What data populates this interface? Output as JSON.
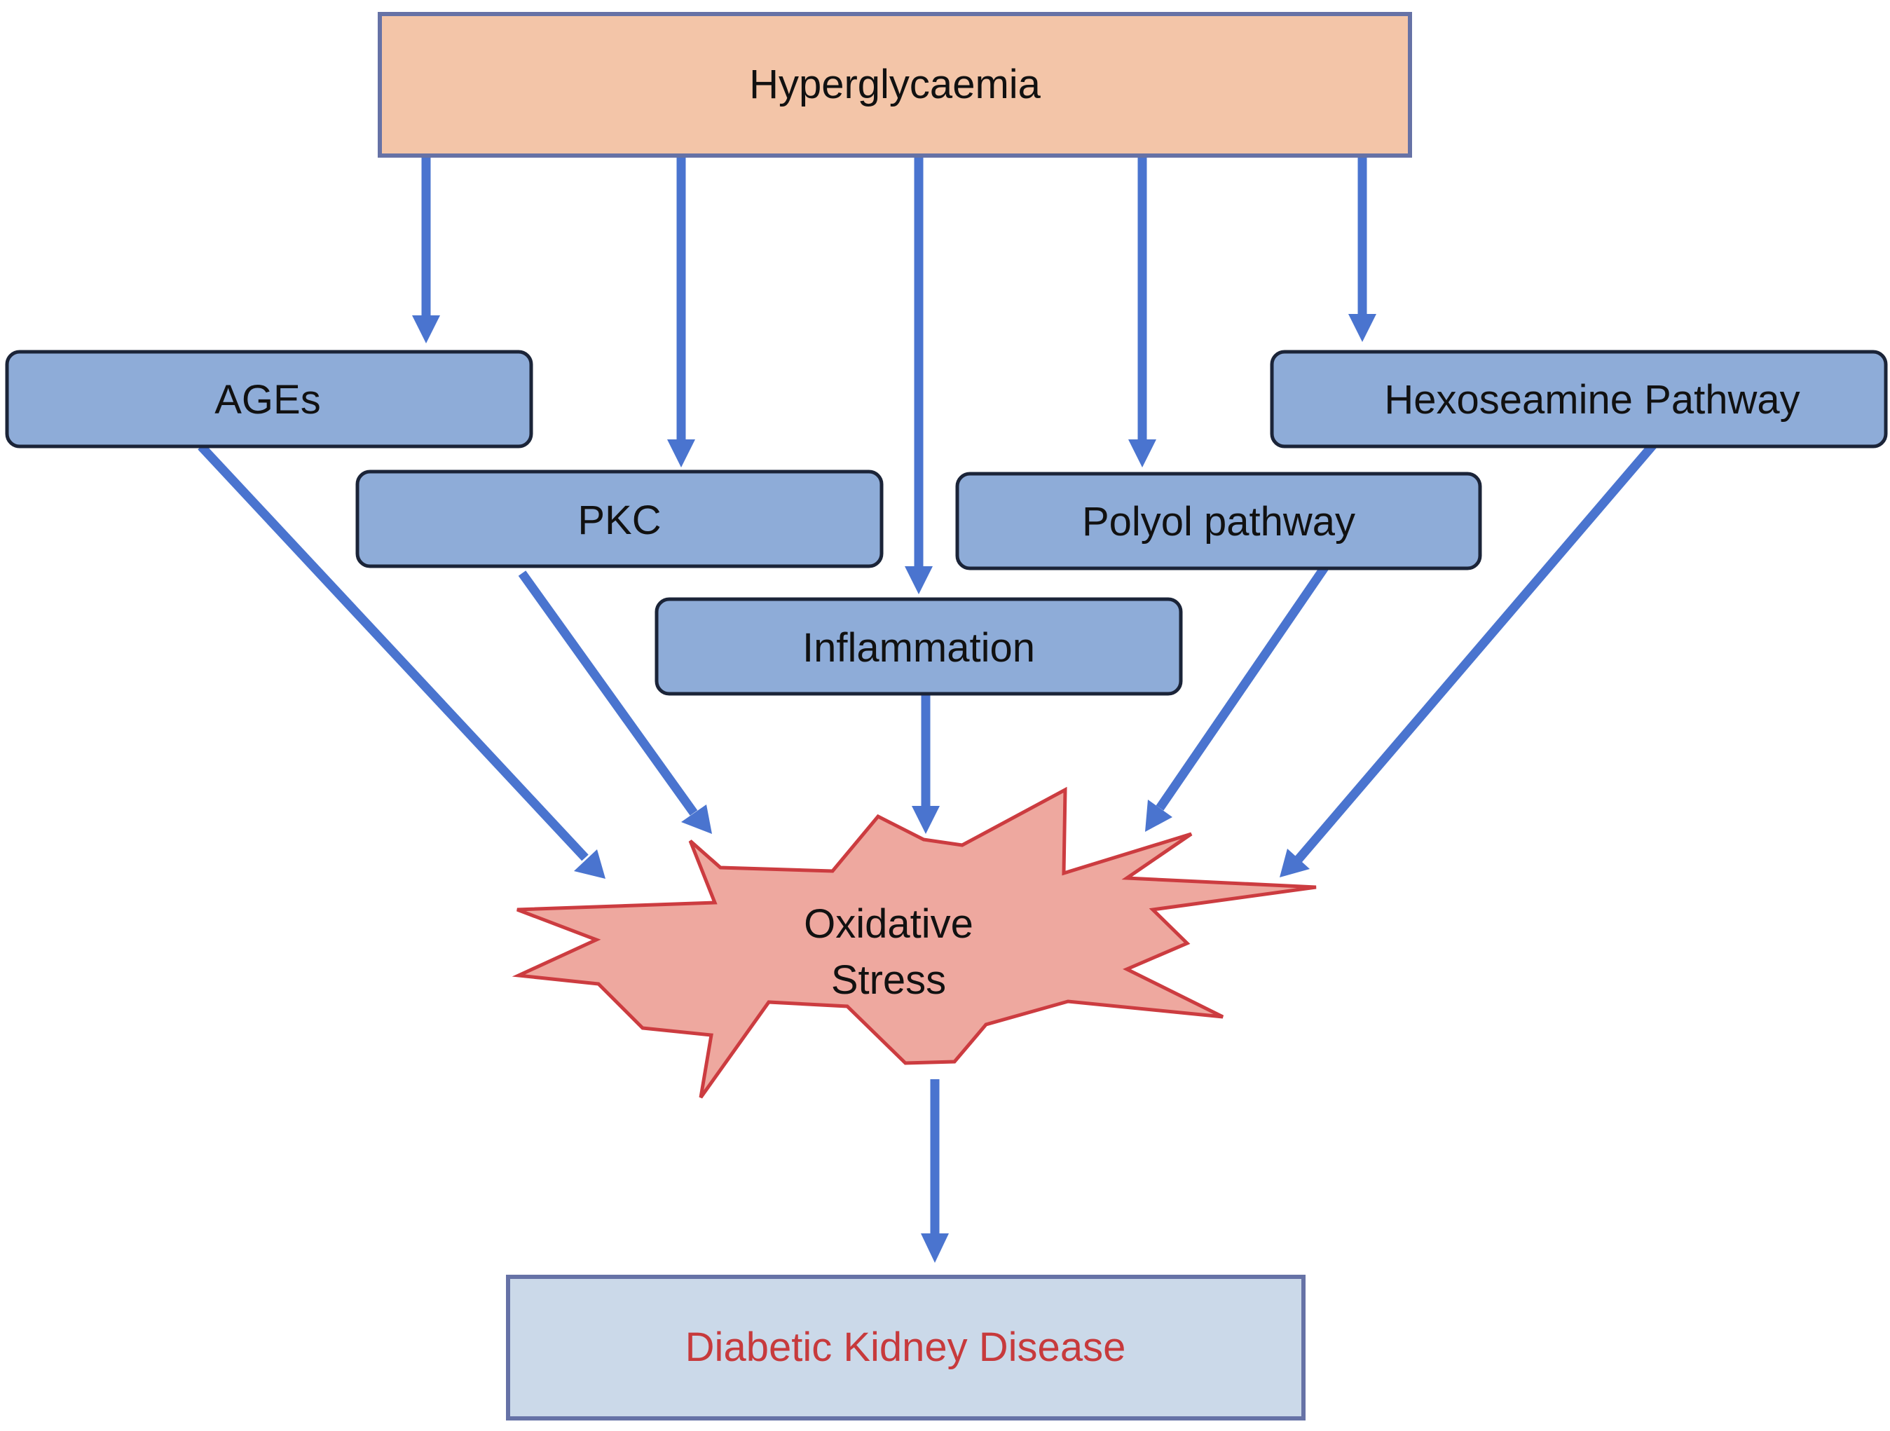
{
  "nodes": {
    "top": {
      "label": "Hyperglycaemia"
    },
    "ages": {
      "label": "AGEs"
    },
    "pkc": {
      "label": "PKC"
    },
    "inflammation": {
      "label": "Inflammation"
    },
    "polyol": {
      "label": "Polyol pathway"
    },
    "hexosamine": {
      "label": "Hexoseamine Pathway"
    },
    "stress": {
      "line1": "Oxidative",
      "line2": "Stress"
    },
    "outcome": {
      "label": "Diabetic Kidney Disease"
    }
  },
  "colors": {
    "top_fill": "#f3c5a8",
    "top_stroke": "#6672a6",
    "pathway_fill": "#8eacd8",
    "pathway_stroke": "#1b2438",
    "arrow": "#4a74cf",
    "stress_fill": "#eea89f",
    "stress_stroke": "#cc3c40",
    "outcome_fill": "#cbd9e9",
    "outcome_stroke": "#6672a6",
    "outcome_text": "#c73a3c"
  }
}
